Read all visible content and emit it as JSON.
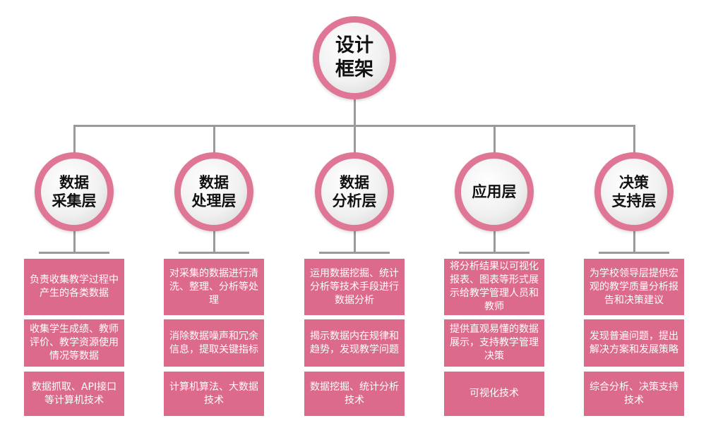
{
  "root": {
    "line1": "设计",
    "line2": "框架"
  },
  "colors": {
    "accent": "#e07696",
    "box_fill": "#dc6a8b",
    "connector": "#9a9a9a"
  },
  "layers": [
    {
      "title_line1": "数据",
      "title_line2": "采集层",
      "boxes": [
        "负责收集教学过程中产生的各类数据",
        "收集学生成绩、教师评价、教学资源使用情况等数据",
        "数据抓取、API接口等计算机技术"
      ]
    },
    {
      "title_line1": "数据",
      "title_line2": "处理层",
      "boxes": [
        "对采集的数据进行清洗、整理、分析等处理",
        "消除数据噪声和冗余信息，提取关键指标",
        "计算机算法、大数据技术"
      ]
    },
    {
      "title_line1": "数据",
      "title_line2": "分析层",
      "boxes": [
        "运用数据挖掘、统计分析等技术手段进行数据分析",
        "揭示数据内在规律和趋势，发现教学问题",
        "数据挖掘、统计分析技术"
      ]
    },
    {
      "title_line1": "应用层",
      "title_line2": "",
      "boxes": [
        "将分析结果以可视化报表、图表等形式展示给教学管理人员和教师",
        "提供直观易懂的数据展示，支持教学管理决策",
        "可视化技术"
      ]
    },
    {
      "title_line1": "决策",
      "title_line2": "支持层",
      "boxes": [
        "为学校领导层提供宏观的教学质量分析报告和决策建议",
        "发现普遍问题，提出解决方案和发展策略",
        "综合分析、决策支持技术"
      ]
    }
  ]
}
